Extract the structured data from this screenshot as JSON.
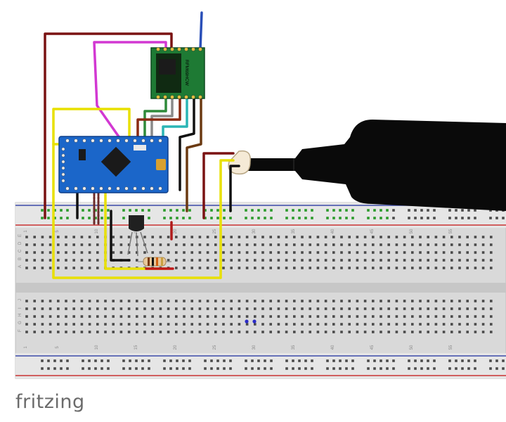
{
  "brand": {
    "name": "fritzing"
  },
  "breadboard": {
    "columns": 60,
    "column_labels": [
      "1",
      "5",
      "10",
      "15",
      "20",
      "25",
      "30",
      "35",
      "40",
      "45",
      "50",
      "55"
    ],
    "row_labels_top": [
      "A",
      "B",
      "C",
      "D",
      "E"
    ],
    "row_labels_bottom": [
      "F",
      "G",
      "H",
      "I",
      "J"
    ]
  },
  "components": {
    "radio_module_text": "RFM69HCW",
    "microcontroller": "Arduino Pro Mini",
    "transistor": "NPN transistor",
    "resistor": "resistor",
    "sensor": "temperature probe"
  },
  "colors": {
    "breadboard_body": "#d9d9d9",
    "rail_red": "#c83232",
    "rail_blue": "#3c4aa8",
    "wire_darkred": "#7a1212",
    "wire_magenta": "#d238d2",
    "wire_yellow": "#e8e000",
    "wire_brown": "#6b3a12",
    "wire_blue": "#2a4fb8",
    "arduino_blue": "#1b66c9",
    "radio_green": "#1e7a34",
    "probe_black": "#0a0a0a"
  }
}
